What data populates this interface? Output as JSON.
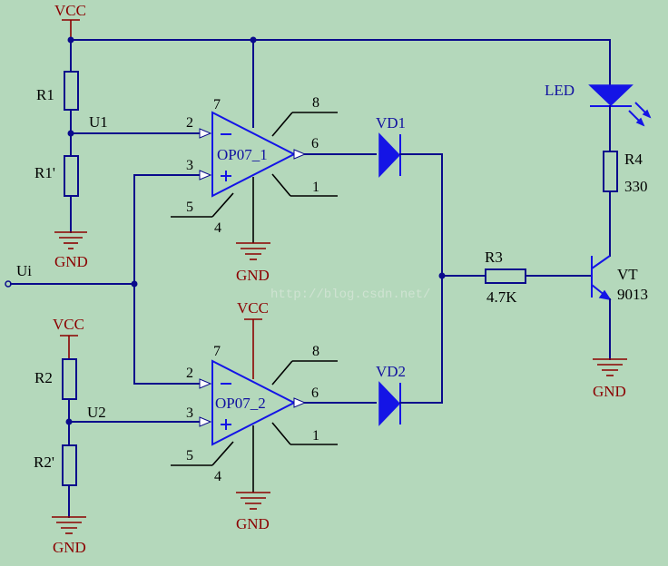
{
  "labels": {
    "vcc": "VCC",
    "gnd": "GND",
    "r1": "R1",
    "r1p": "R1'",
    "r2": "R2",
    "r2p": "R2'",
    "u1": "U1",
    "u2": "U2",
    "ui": "Ui",
    "op1": "OP07_1",
    "op2": "OP07_2",
    "vd1": "VD1",
    "vd2": "VD2",
    "r3": "R3",
    "r3_value": "4.7K",
    "r4": "R4",
    "r4_value": "330",
    "led": "LED",
    "vt": "VT",
    "vt_part": "9013",
    "watermark": "http://blog.csdn.net/"
  },
  "pins": {
    "p1": "1",
    "p2": "2",
    "p3": "3",
    "p4": "4",
    "p5": "5",
    "p6": "6",
    "p7": "7",
    "p8": "8"
  },
  "colors": {
    "background": "#b4d8bb",
    "wire": "#0a0a8c",
    "component": "#1414e6",
    "power_symbol": "#8b0000"
  }
}
